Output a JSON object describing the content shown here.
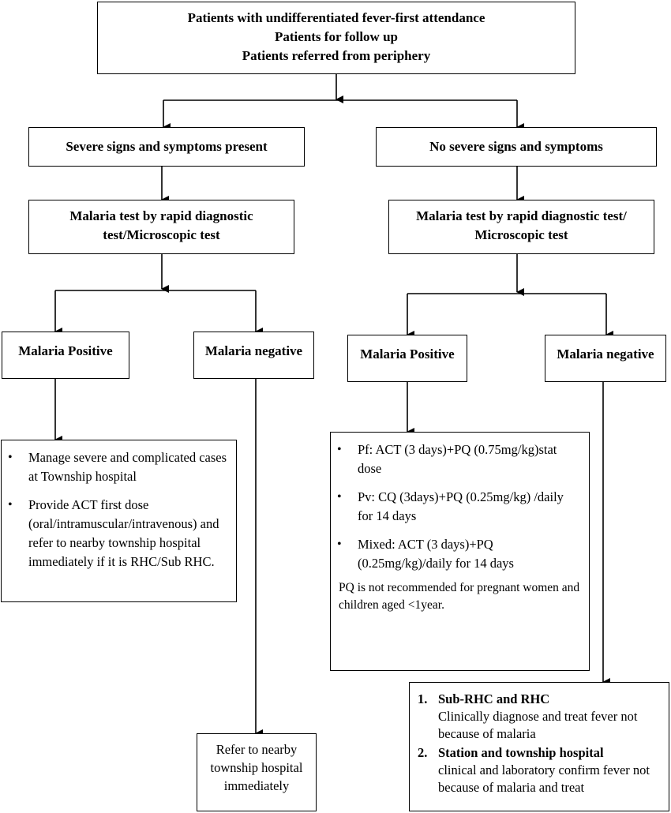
{
  "top_box": {
    "lines": [
      "Patients with undifferentiated fever-first attendance",
      "Patients for follow up",
      "Patients referred from periphery"
    ]
  },
  "left_branch": {
    "title": "Severe signs and symptoms present",
    "test": [
      "Malaria test by rapid diagnostic",
      "test/Microscopic test"
    ],
    "positive": "Malaria Positive",
    "negative": "Malaria negative",
    "positive_actions": [
      "Manage severe and complicated cases at Township hospital",
      "Provide ACT first dose (oral/intramuscular/intravenous) and refer to nearby township hospital immediately if it is RHC/Sub RHC."
    ],
    "negative_action": [
      "Refer to nearby",
      "township hospital",
      "immediately"
    ]
  },
  "right_branch": {
    "title": "No severe signs and symptoms",
    "test": [
      "Malaria test by rapid diagnostic test/",
      "Microscopic test"
    ],
    "positive": "Malaria Positive",
    "negative": "Malaria negative",
    "positive_actions": [
      "Pf: ACT (3 days)+PQ (0.75mg/kg)stat dose",
      "Pv: CQ (3days)+PQ (0.25mg/kg) /daily for 14 days",
      "Mixed: ACT (3 days)+PQ (0.25mg/kg)/daily for 14 days"
    ],
    "pq_note": "PQ is not recommended for pregnant women and children aged <1year.",
    "negative_actions": [
      {
        "number": "1.",
        "heading": "Sub-RHC and RHC",
        "text": "Clinically diagnose and treat fever not because of malaria"
      },
      {
        "number": "2.",
        "heading": "Station and township hospital",
        "text": "clinical and laboratory confirm fever not because of malaria and treat"
      }
    ]
  }
}
